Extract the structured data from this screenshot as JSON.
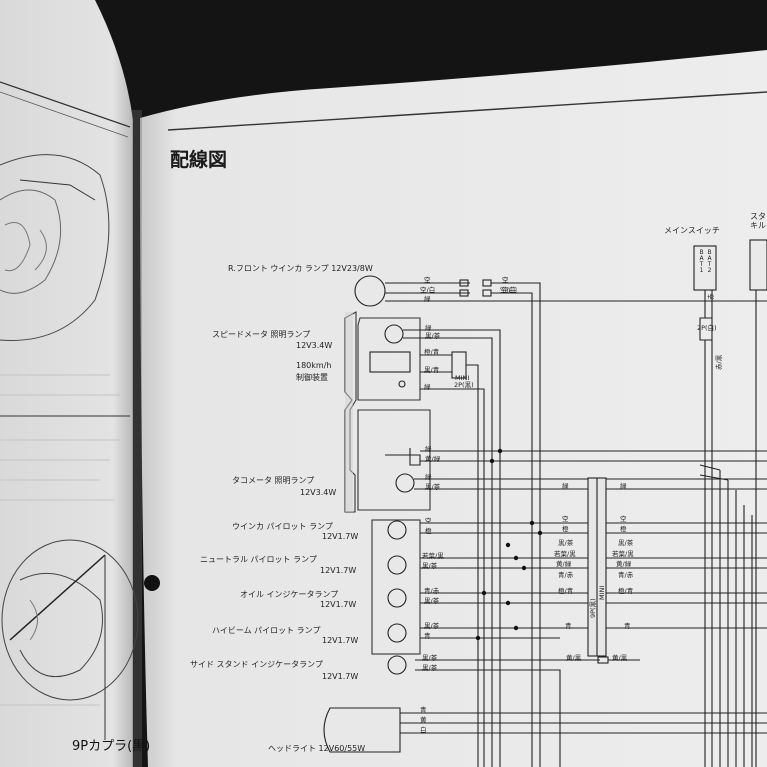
{
  "page_title": "配線図",
  "left_page": {
    "connector_label": "9Pカプラ(黒)"
  },
  "main_switch": {
    "label": "メインスイッチ",
    "terminals": [
      "BAT1",
      "BAT2"
    ],
    "connector": "2P(白)",
    "wires": [
      "赤",
      "赤/黒"
    ]
  },
  "starter_label_partial": "スタ キル",
  "components": [
    {
      "name": "R.フロント ウインカ ランプ 12V23/8W",
      "wires": [
        "空",
        "空/白",
        "緑"
      ]
    },
    {
      "name": "スピードメータ 照明ランプ",
      "rating": "12V3.4W",
      "wires": [
        "緑",
        "黒/茶"
      ]
    },
    {
      "name": "180km/h",
      "name2": "制御装置",
      "connector": "2P(黒)",
      "connector_type": "MINI",
      "wires": [
        "橙/青",
        "黒/青",
        "緑"
      ]
    },
    {
      "name": "タコメータ 照明ランプ",
      "rating": "12V3.4W",
      "wires": [
        "緑",
        "黄/緑",
        "緑",
        "黒/茶"
      ]
    },
    {
      "name": "ウインカ パイロット ランプ",
      "rating": "12V1.7W",
      "wires": [
        "空",
        "橙"
      ]
    },
    {
      "name": "ニュートラル パイロット ランプ",
      "rating": "12V1.7W",
      "wires": [
        "若葉/黒",
        "黒/茶"
      ]
    },
    {
      "name": "オイル インジケータランプ",
      "rating": "12V1.7W",
      "wires": [
        "青/赤",
        "黒/茶"
      ]
    },
    {
      "name": "ハイビーム パイロット ランプ",
      "rating": "12V1.7W",
      "wires": [
        "黒/茶",
        "青"
      ]
    },
    {
      "name": "サイド スタンド インジケータランプ",
      "rating": "12V1.7W",
      "wires": [
        "黒/茶",
        "黄/黒"
      ]
    },
    {
      "name": "ヘッドライト 12V60/55W",
      "wires": [
        "青",
        "黄",
        "白"
      ]
    }
  ],
  "right_wires": [
    "空/白",
    "緑",
    "空",
    "橙",
    "黒/茶",
    "若葉/黒",
    "黄/緑",
    "青/赤",
    "橙/青",
    "青",
    "黄/黒"
  ],
  "mid_connector": {
    "label": "9P(黒)",
    "type": "MINI"
  },
  "colors": {
    "paper": "#ebebeb",
    "ink": "#1f1f1f",
    "background": "#141414"
  }
}
